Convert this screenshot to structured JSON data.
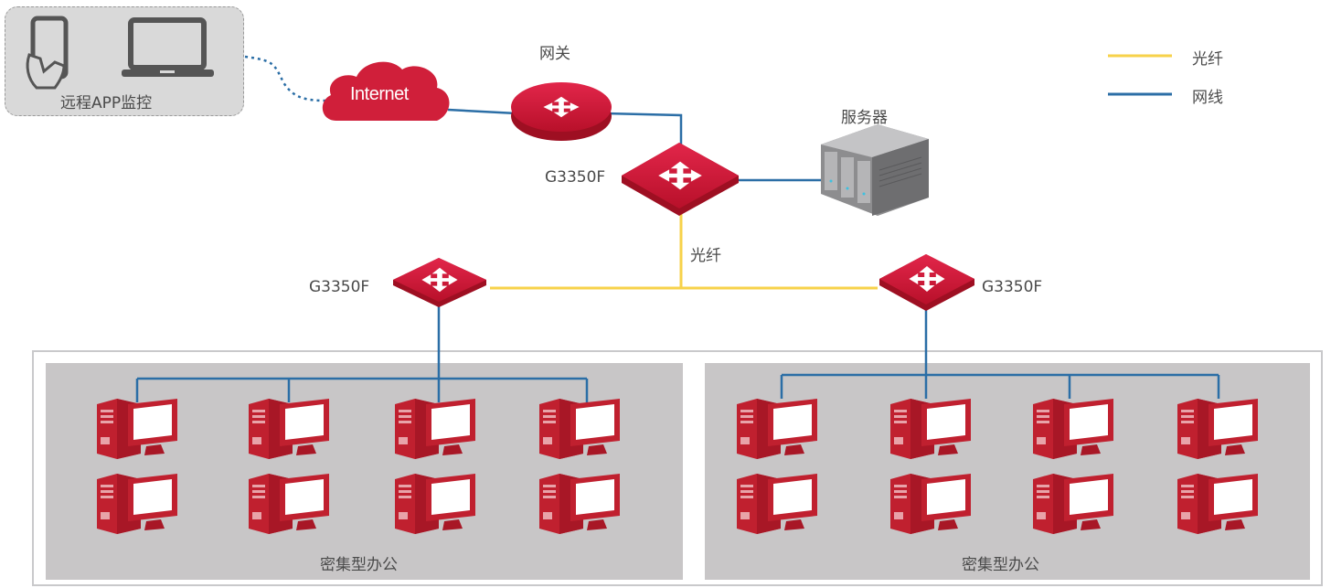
{
  "remote": {
    "label": "远程APP监控",
    "devices": [
      "phone-hand-icon",
      "laptop-icon"
    ]
  },
  "internet": {
    "label": "Internet"
  },
  "gateway": {
    "label": "网关"
  },
  "core_switch": {
    "label": "G3350F"
  },
  "server": {
    "label": "服务器"
  },
  "fiber_label": "光纤",
  "left_switch": {
    "label": "G3350F"
  },
  "right_switch": {
    "label": "G3350F"
  },
  "legend": [
    {
      "name": "光纤",
      "color": "#f7d24a"
    },
    {
      "name": "网线",
      "color": "#2b6ea6"
    }
  ],
  "zones": [
    {
      "label": "密集型办公",
      "computers": 8
    },
    {
      "label": "密集型办公",
      "computers": 8
    }
  ],
  "colors": {
    "device_red": "#c8102e",
    "fiber": "#f7d24a",
    "ethernet": "#2b6ea6",
    "zone_bg": "#c8c6c7"
  }
}
